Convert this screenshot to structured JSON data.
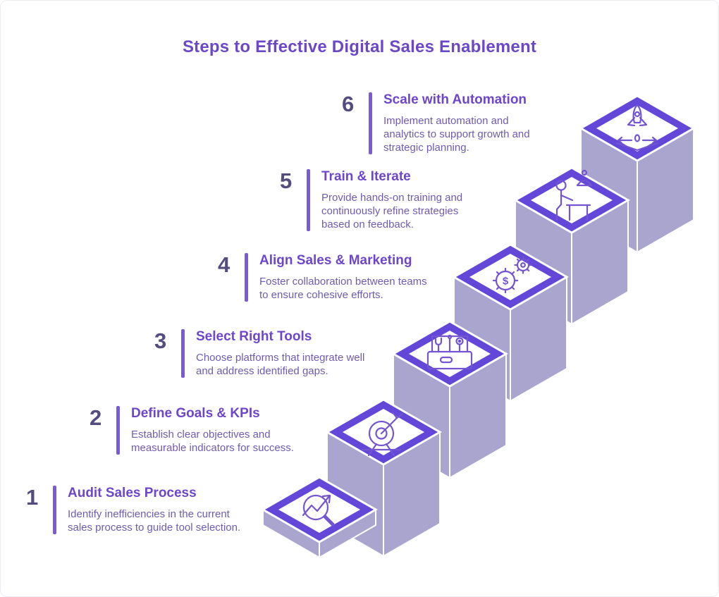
{
  "title": "Steps to Effective Digital Sales Enablement",
  "steps": [
    {
      "number": "1",
      "title": "Audit Sales Process",
      "description": "Identify inefficiencies in the current sales process to guide tool selection.",
      "icon": "magnifier-trend-icon"
    },
    {
      "number": "2",
      "title": "Define Goals & KPIs",
      "description": "Establish clear objectives and measurable indicators for success.",
      "icon": "target-arrow-icon"
    },
    {
      "number": "3",
      "title": "Select Right Tools",
      "description": "Choose platforms that integrate well and address identified gaps.",
      "icon": "toolbox-icon"
    },
    {
      "number": "4",
      "title": "Align Sales & Marketing",
      "description": "Foster collaboration between teams to ensure cohesive efforts.",
      "icon": "gears-dollar-icon"
    },
    {
      "number": "5",
      "title": "Train & Iterate",
      "description": "Provide hands-on training and continuously refine strategies based on feedback.",
      "icon": "trainer-presentation-icon"
    },
    {
      "number": "6",
      "title": "Scale with Automation",
      "description": "Implement automation and analytics to support growth and strategic planning.",
      "icon": "rocket-launch-icon"
    }
  ],
  "colors": {
    "background": "#ffffff",
    "title_text": "#6B48C8",
    "step_title_text": "#6D46CC",
    "step_number_text": "#544C7E",
    "description_text": "#6F5BB2",
    "accent_bar": "#7A5AD8",
    "diamond_border": "#6247D8",
    "platform_side": "#A9A5CF",
    "icon_stroke": "#7355D2"
  }
}
